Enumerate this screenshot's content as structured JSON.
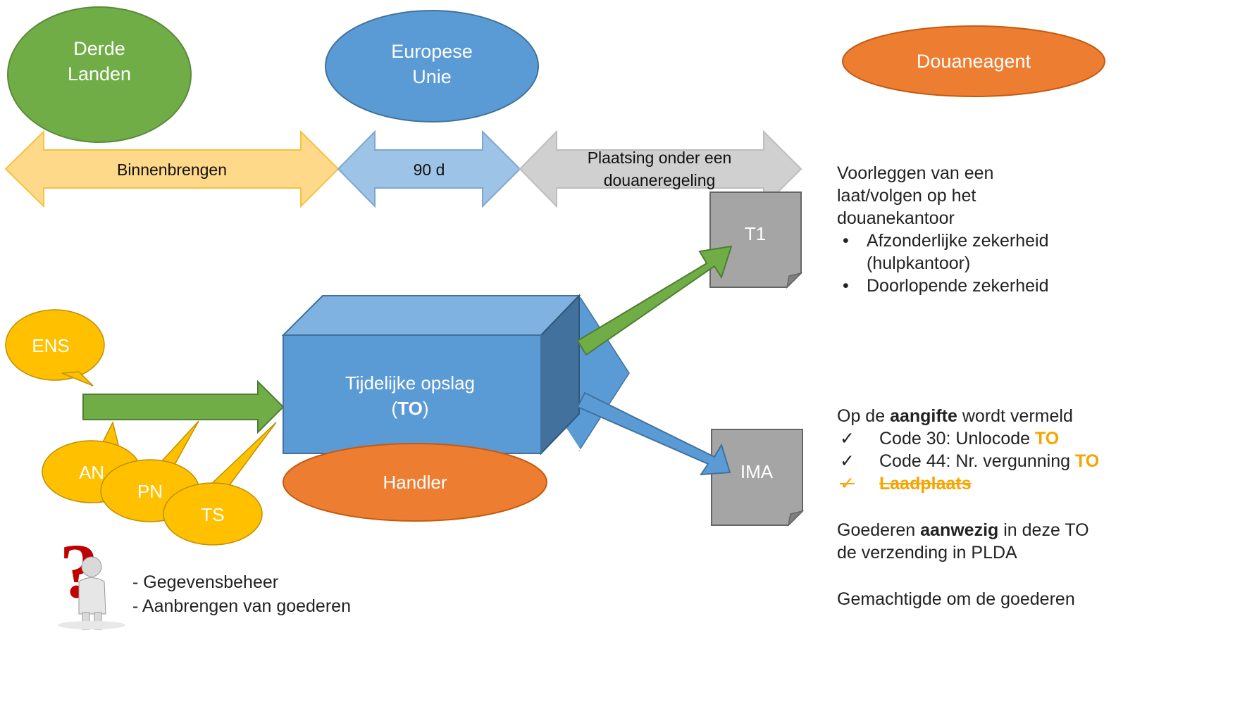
{
  "zones": {
    "derde_landen": [
      "Derde",
      "Landen"
    ],
    "europese_unie": [
      "Europese",
      "Unie"
    ],
    "douaneagent": "Douaneagent"
  },
  "arrows": {
    "binnenbrengen": "Binnenbrengen",
    "ninety_days": "90 d",
    "plaatsing": [
      "Plaatsing onder een",
      "douaneregeling"
    ]
  },
  "docs": {
    "t1": "T1",
    "ima": "IMA"
  },
  "declarations": {
    "ens": "ENS",
    "an": "AN",
    "pn": "PN",
    "ts": "TS"
  },
  "storage": {
    "line1": "Tijdelijke opslag",
    "open": "(",
    "abbr": "TO",
    "close": ")"
  },
  "handler": "Handler",
  "questions": [
    "- Gegevensbeheer",
    "- Aanbrengen van goederen"
  ],
  "right_panel": {
    "intro": [
      "Voorleggen van een",
      "laat/volgen op het",
      "douanekantoor"
    ],
    "bullets": [
      "Afzonderlijke zekerheid",
      "(hulpkantoor)",
      "Doorlopende zekerheid"
    ],
    "decl_prefix": "Op de ",
    "decl_bold": "aangifte",
    "decl_suffix": " wordt vermeld",
    "check_mark": "✓",
    "check1_text": "Code 30: Unlocode ",
    "check1_hl": "TO",
    "check2_text": "Code 44: Nr. vergunning ",
    "check2_hl": "TO",
    "check3_struck": "Laadplaats",
    "goods_prefix": "Goederen ",
    "goods_bold": "aanwezig",
    "goods_suffix": " in deze TO",
    "goods_line2": "de verzending in PLDA",
    "last_line": "Gemachtigde om de goederen"
  },
  "colors": {
    "green": "#70ad47",
    "blue": "#5b9bd5",
    "orange": "#ed7d31",
    "yellow": "#ffc000",
    "grey": "#a5a5a5",
    "light_orange": "#ffd98a",
    "light_blue": "#9dc3e6"
  },
  "icons": [
    "question-figure-icon"
  ]
}
